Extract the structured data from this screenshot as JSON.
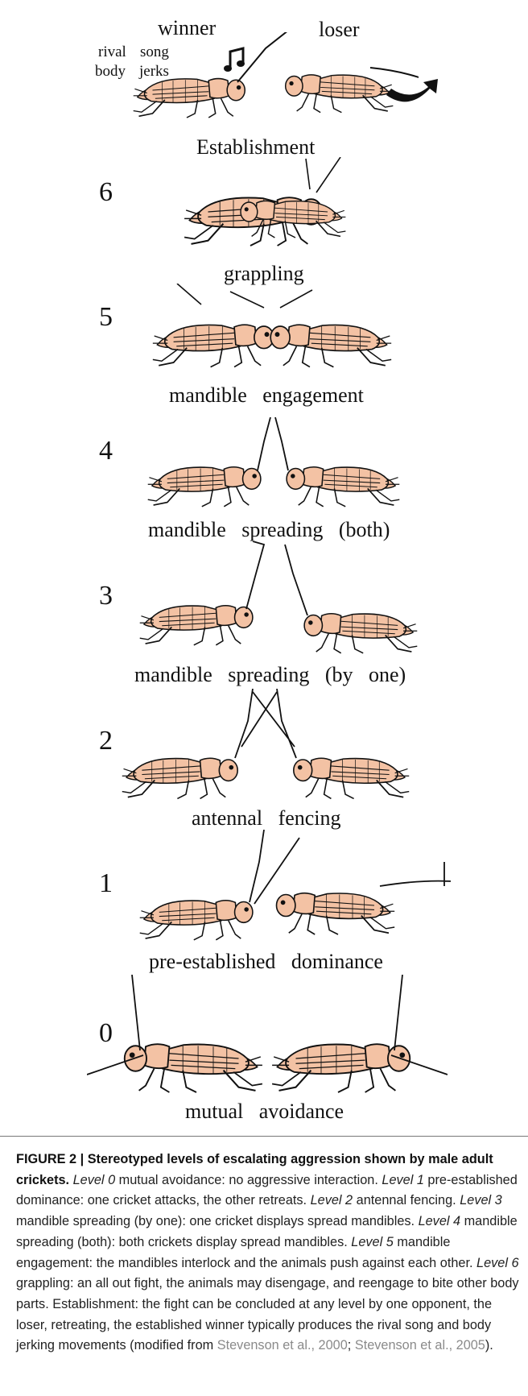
{
  "figure": {
    "top_labels": {
      "winner": "winner",
      "loser": "loser",
      "rival": "rival",
      "song": "song",
      "body": "body",
      "jerks": "jerks",
      "establishment": "Establishment"
    },
    "levels": [
      {
        "number": "6",
        "label": "grappling"
      },
      {
        "number": "5",
        "label": "mandible   engagement"
      },
      {
        "number": "4",
        "label": "mandible   spreading   (both)"
      },
      {
        "number": "3",
        "label": "mandible   spreading   (by   one)"
      },
      {
        "number": "2",
        "label": "antennal   fencing"
      },
      {
        "number": "1",
        "label": "pre-established   dominance"
      },
      {
        "number": "0",
        "label": "mutual   avoidance"
      }
    ],
    "colors": {
      "body_fill": "#f3c2a4",
      "ink": "#111111",
      "caption_ref": "#8a8a8a"
    },
    "icons": [
      "music-note-icon",
      "retreat-arrow-icon"
    ]
  },
  "caption": {
    "title": "FIGURE 2 | Stereotyped levels of escalating aggression shown by male adult crickets.",
    "l0_name": "Level 0",
    "l0_text": " mutual avoidance: no aggressive interaction. ",
    "l1_name": "Level 1",
    "l1_text": " pre-established dominance: one cricket attacks, the other retreats. ",
    "l2_name": "Level 2",
    "l2_text": " antennal fencing. ",
    "l3_name": "Level 3",
    "l3_text": " mandible spreading (by one): one cricket displays spread mandibles. ",
    "l4_name": "Level 4",
    "l4_text": " mandible spreading (both): both crickets display spread mandibles. ",
    "l5_name": "Level 5",
    "l5_text": " mandible engagement: the mandibles interlock and the animals push against each other. ",
    "l6_name": "Level 6",
    "l6_text": " grappling: an all out fight, the animals may disengage, and reengage to bite other body parts. Establishment: the fight can be concluded at any level by one opponent, the loser, retreating, the established winner typically produces the rival song and body jerking movements (modified from ",
    "ref1": "Stevenson et al., 2000",
    "sep": "; ",
    "ref2": "Stevenson et al., 2005",
    "end": ")."
  }
}
